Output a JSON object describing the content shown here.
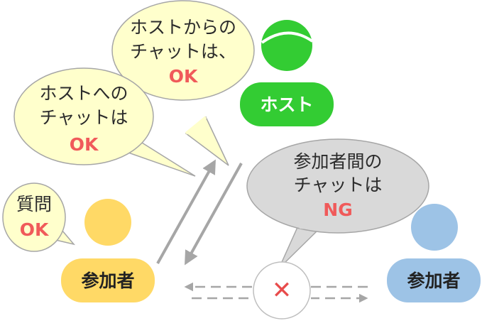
{
  "bubbles": {
    "host_to": {
      "line1": "ホストからの",
      "line2": "チャットは、",
      "status": "OK"
    },
    "to_host": {
      "line1": "ホストへの",
      "line2": "チャットは",
      "status": "OK"
    },
    "between": {
      "line1": "参加者間の",
      "line2": "チャットは",
      "status": "NG"
    },
    "question": {
      "line1": "質問",
      "status": "OK"
    }
  },
  "people": {
    "host": {
      "label": "ホスト",
      "color": "#33cc33"
    },
    "participant_left": {
      "label": "参加者",
      "color": "#ffd966"
    },
    "participant_right": {
      "label": "参加者",
      "color": "#9dc3e6"
    }
  },
  "blocked_mark": "✕",
  "colors": {
    "bubble_yellow": "#ffffcc",
    "bubble_gray": "#d9d9d9",
    "status_red": "#f05a5a",
    "arrow_gray": "#a6a6a6"
  },
  "icons": [
    "person-icon",
    "speech-bubble-icon",
    "cross-icon",
    "arrow-icon"
  ]
}
